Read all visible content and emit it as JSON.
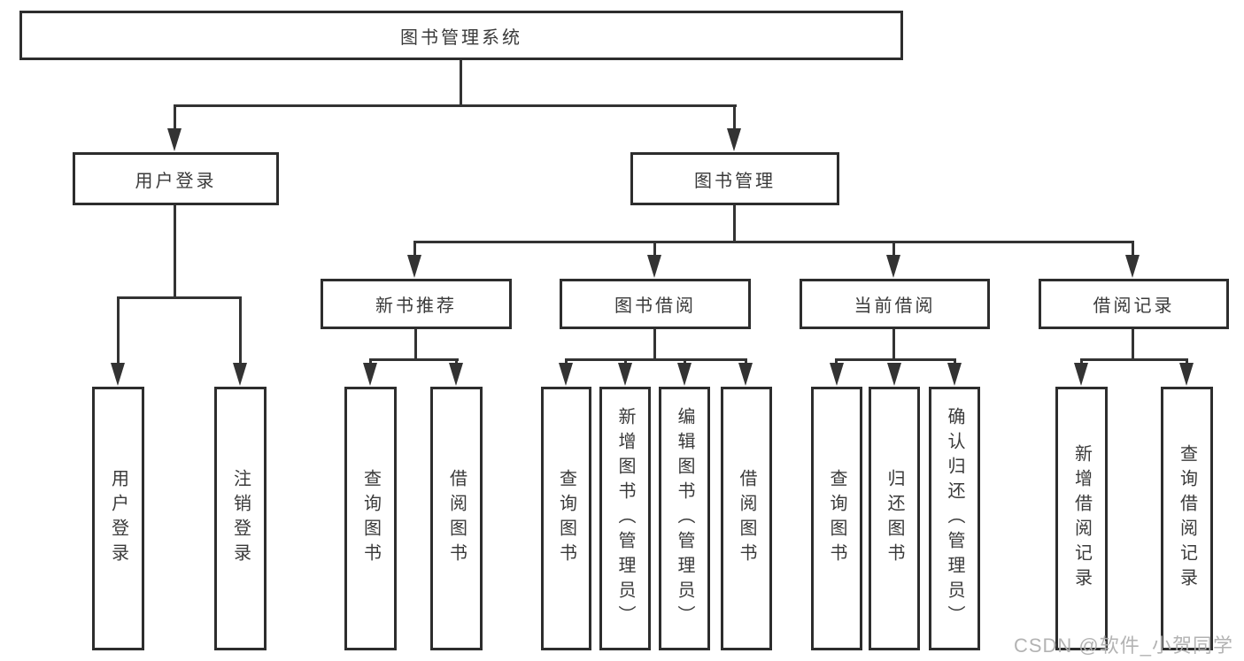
{
  "diagram": {
    "type": "tree",
    "root": {
      "label": "图书管理系统"
    },
    "children": [
      {
        "label": "用户登录",
        "children": [
          {
            "label": "用户登录"
          },
          {
            "label": "注销登录"
          }
        ]
      },
      {
        "label": "图书管理",
        "children": [
          {
            "label": "新书推荐",
            "children": [
              {
                "label": "查询图书"
              },
              {
                "label": "借阅图书"
              }
            ]
          },
          {
            "label": "图书借阅",
            "children": [
              {
                "label": "查询图书"
              },
              {
                "label": "新增图书（管理员）"
              },
              {
                "label": "编辑图书（管理员）"
              },
              {
                "label": "借阅图书"
              }
            ]
          },
          {
            "label": "当前借阅",
            "children": [
              {
                "label": "查询图书"
              },
              {
                "label": "归还图书"
              },
              {
                "label": "确认归还（管理员）"
              }
            ]
          },
          {
            "label": "借阅记录",
            "children": [
              {
                "label": "新增借阅记录"
              },
              {
                "label": "查询借阅记录"
              }
            ]
          }
        ]
      }
    ]
  },
  "watermark": {
    "text": "CSDN @软件_小贺同学"
  },
  "colors": {
    "box_border": "#2d2d2d",
    "line": "#333333",
    "text": "#3a3a3a",
    "watermark": "#afafaf",
    "background": "#ffffff"
  }
}
